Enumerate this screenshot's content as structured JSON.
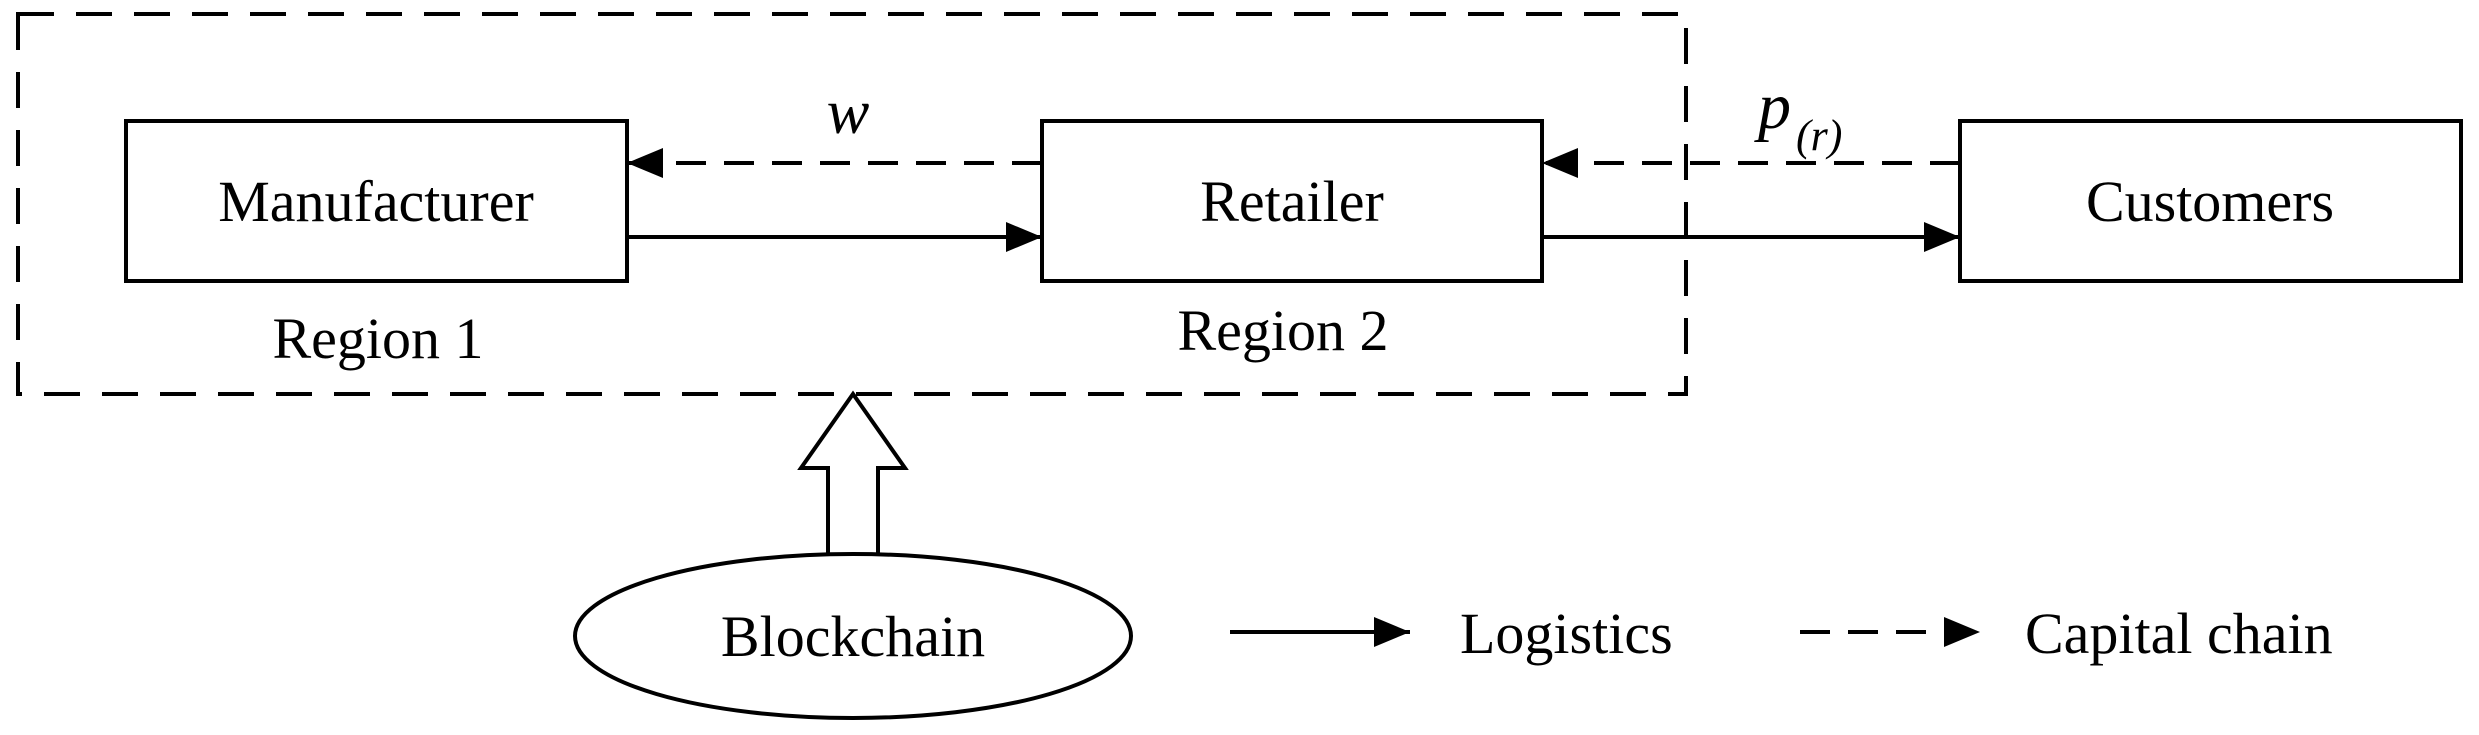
{
  "nodes": {
    "manufacturer": "Manufacturer",
    "retailer": "Retailer",
    "customers": "Customers",
    "blockchain": "Blockchain"
  },
  "regions": {
    "region1": "Region 1",
    "region2": "Region 2"
  },
  "flows": {
    "wholesale_price": "w",
    "retail_price_base": "p",
    "retail_price_sub": "(r)"
  },
  "legend": {
    "logistics": "Logistics",
    "capital_chain": "Capital chain"
  }
}
